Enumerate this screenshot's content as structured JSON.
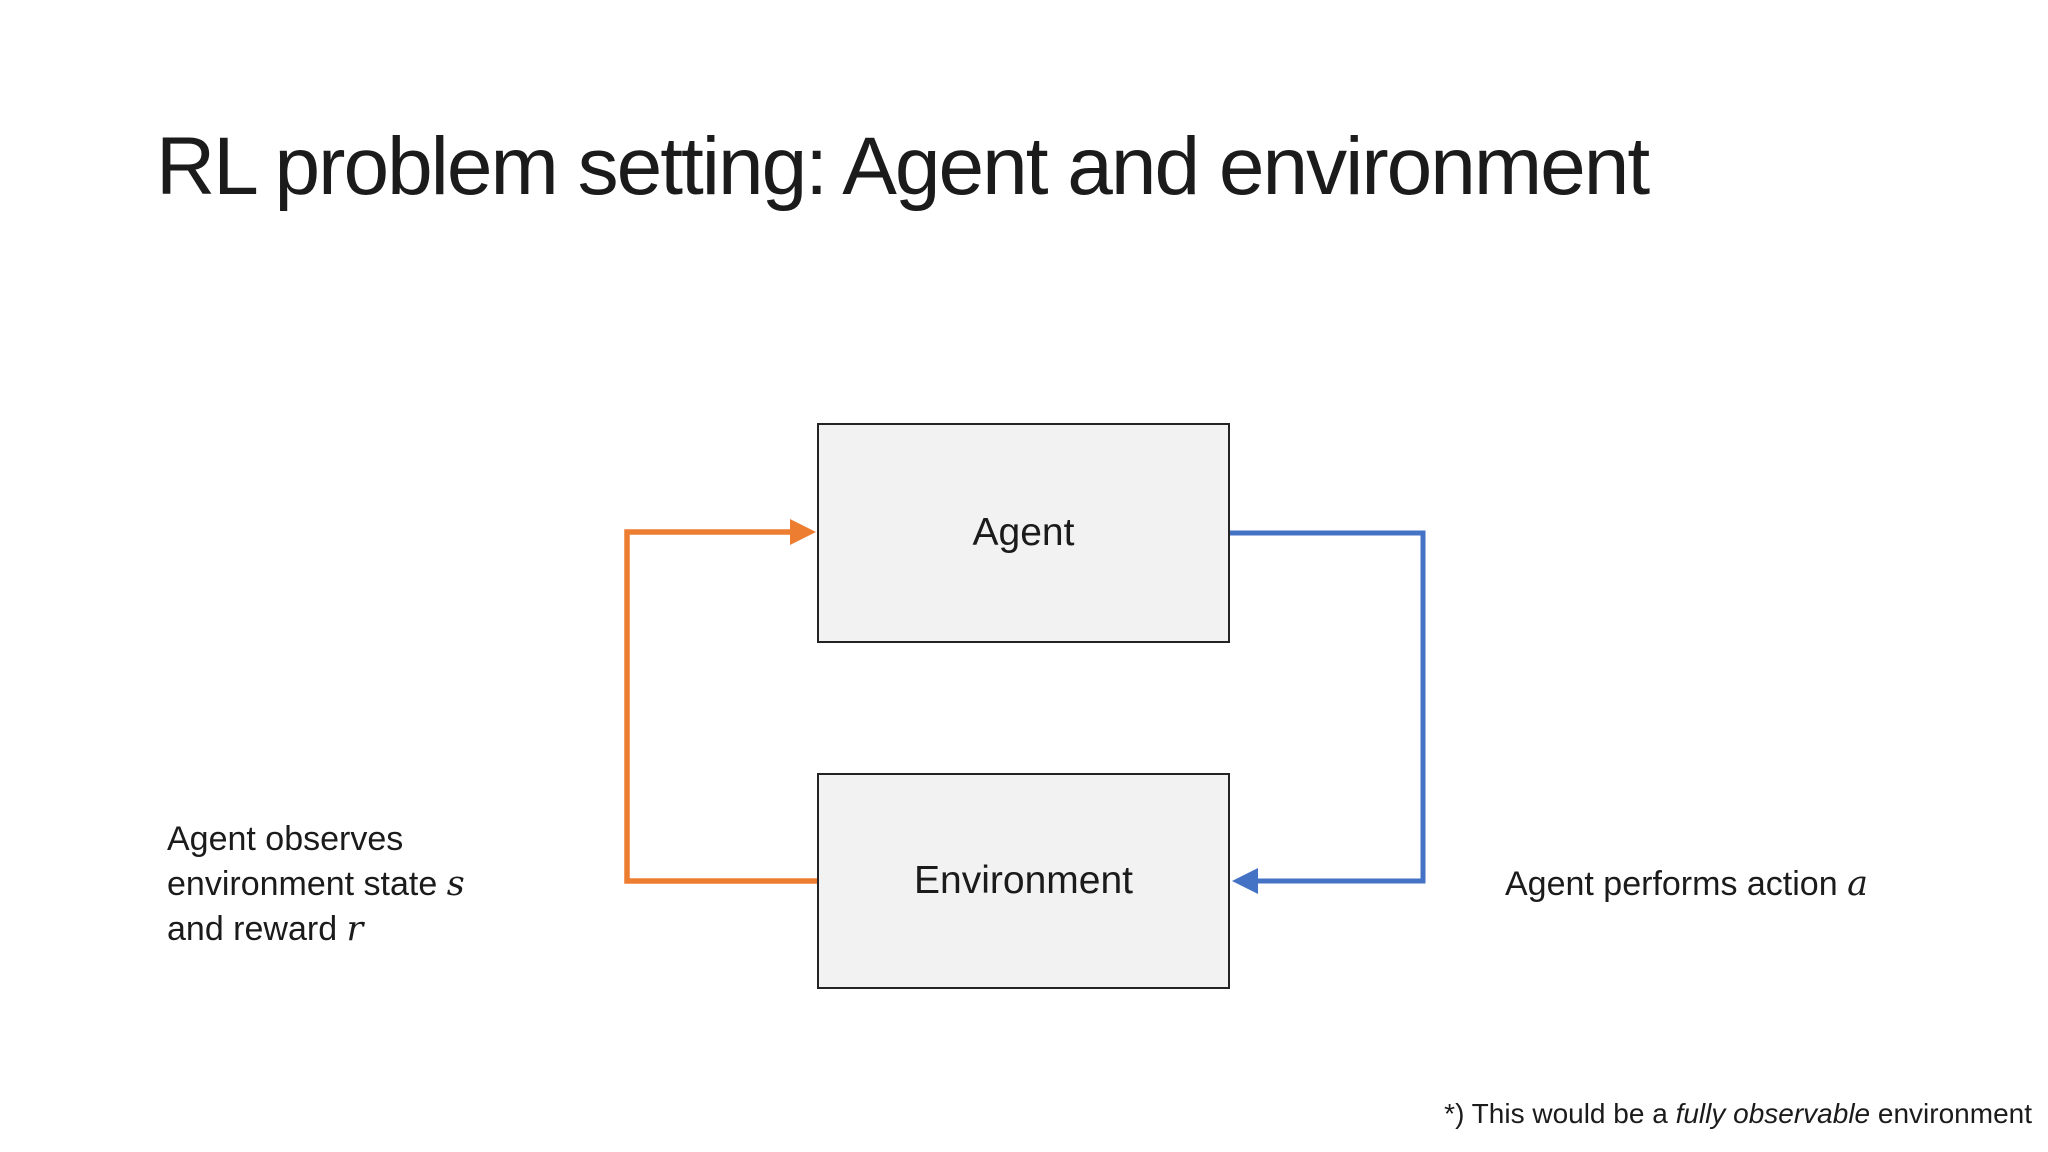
{
  "slide": {
    "title": "RL problem setting: Agent and environment"
  },
  "diagram": {
    "agent_label": "Agent",
    "environment_label": "Environment",
    "observation_arrow_direction": "environment-to-agent",
    "action_arrow_direction": "agent-to-environment"
  },
  "annotations": {
    "observation_line1": "Agent observes",
    "observation_line2_text": "environment state ",
    "observation_line2_math": "s",
    "observation_line3_text": "and reward ",
    "observation_line3_math": "r",
    "action_text": "Agent performs action ",
    "action_math": "a",
    "footnote_part1": "*) This would be a ",
    "footnote_italic": "fully observable",
    "footnote_part2": " environment"
  },
  "colors": {
    "observation_arrow": "#ED7D31",
    "action_arrow": "#4472C4",
    "box_fill": "#F2F2F2",
    "box_border": "#242424",
    "text": "#1B1B1B",
    "background": "#FFFFFF"
  }
}
